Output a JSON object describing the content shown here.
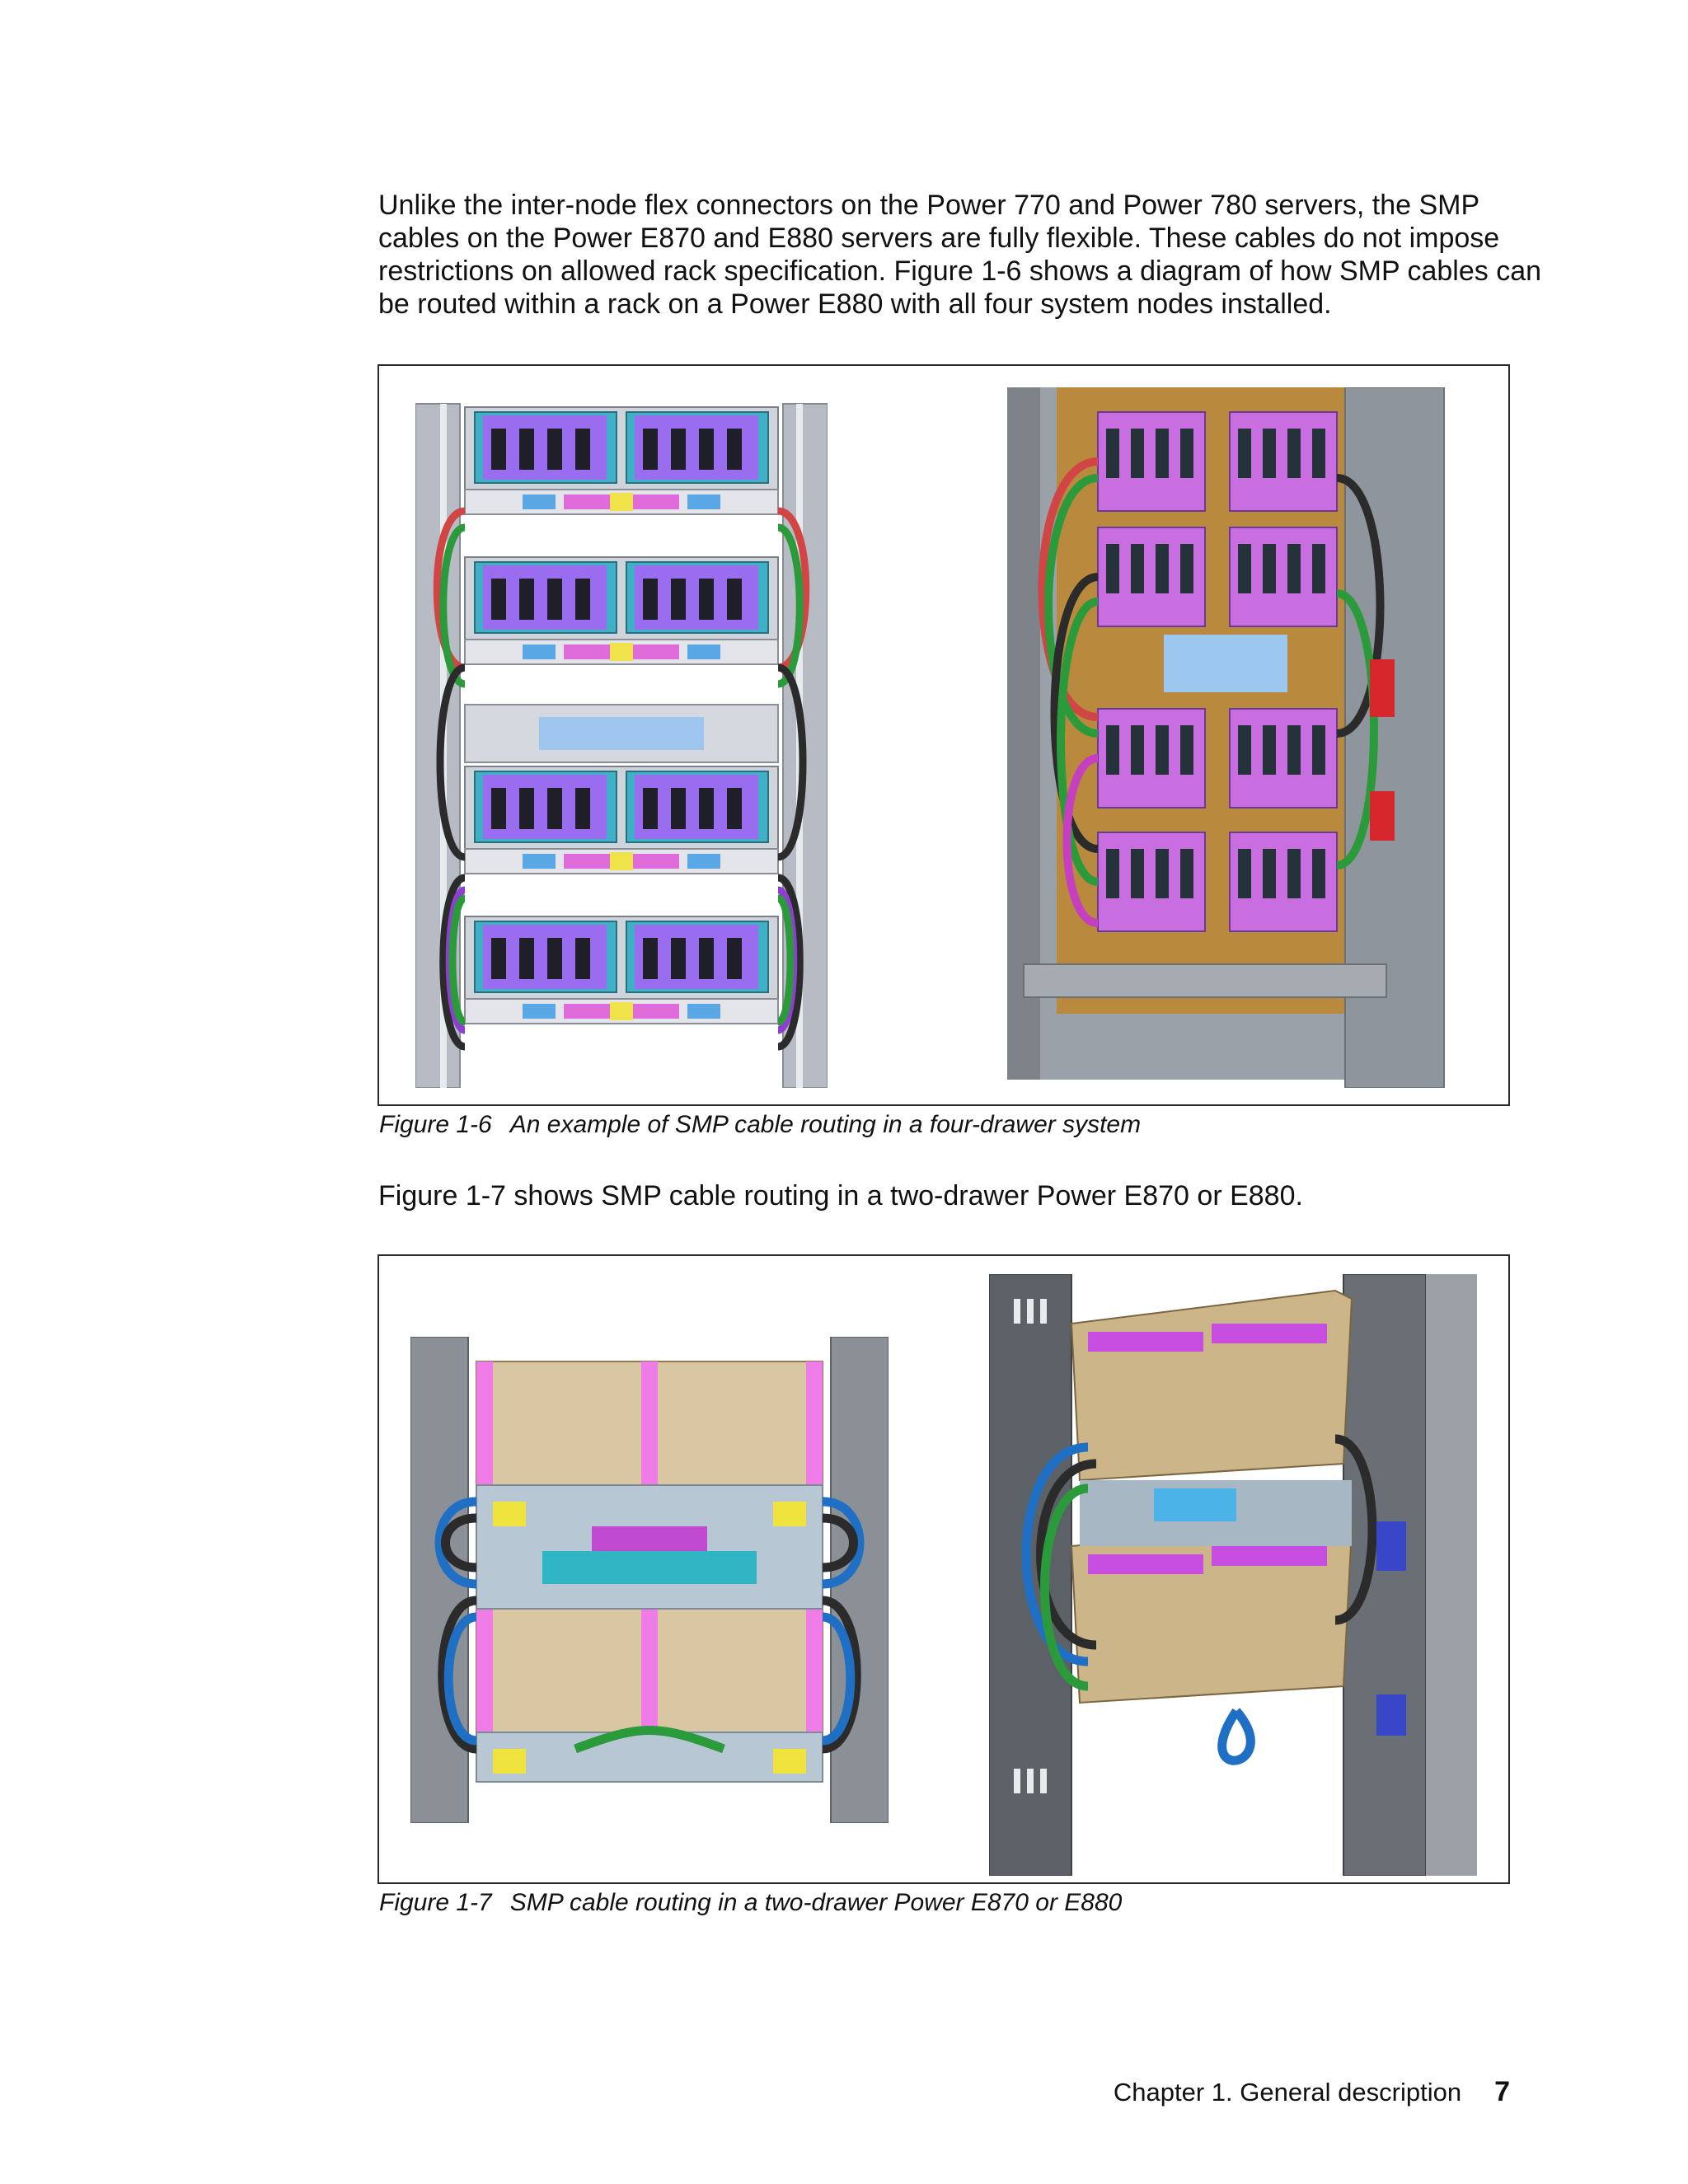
{
  "intro_lines": [
    "Unlike the inter-node flex connectors on the Power 770 and Power 780 servers, the SMP",
    "cables on the Power E870 and E880 servers are fully flexible. These cables do not impose",
    "restrictions on allowed rack specification. Figure 1-6 shows a diagram of how SMP cables can",
    "be routed within a rack on a Power E880 with all four system nodes installed."
  ],
  "figure_1_6": {
    "number": "Figure 1-6",
    "caption": "An example of SMP cable routing in a four-drawer system"
  },
  "figure_1_7_intro": "Figure 1-7 shows SMP cable routing in a two-drawer Power E870 or E880.",
  "figure_1_7": {
    "number": "Figure 1-7",
    "caption": "SMP cable routing in a two-drawer Power E870 or E880"
  },
  "footer": {
    "chapter": "Chapter 1. General description",
    "page": "7"
  }
}
